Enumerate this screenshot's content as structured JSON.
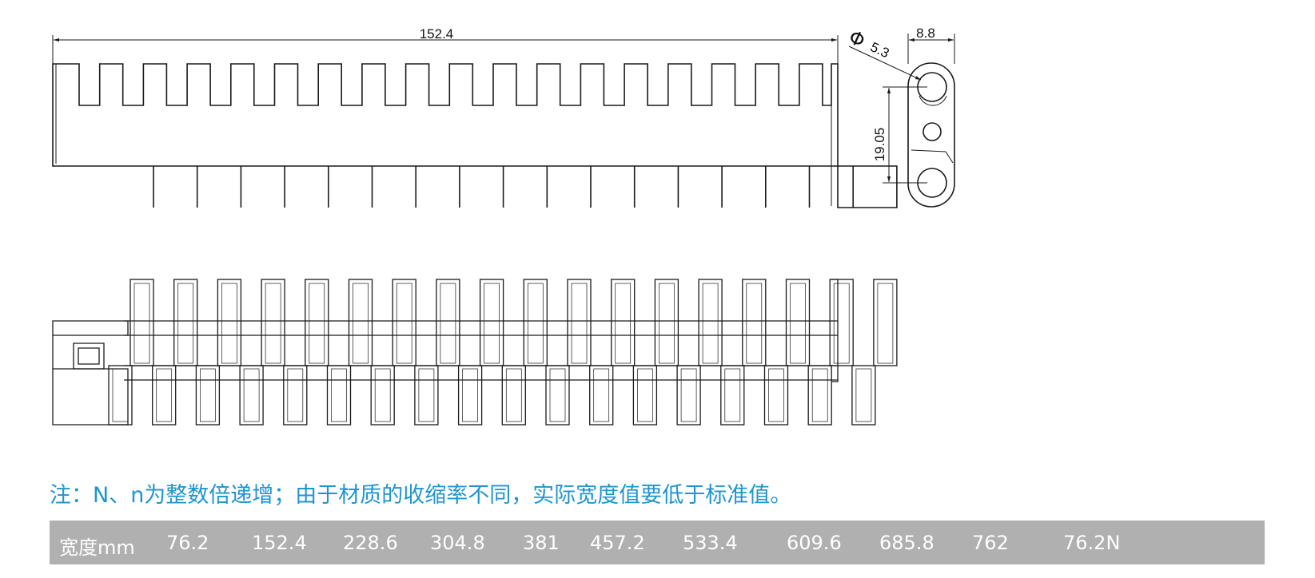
{
  "dimensions": {
    "length": "152.4",
    "hole_symbol": "Φ",
    "hole_diameter": "5.3",
    "thickness": "8.8",
    "pitch": "19.05"
  },
  "note": "注：N、n为整数倍递增；由于材质的收缩率不同，实际宽度值要低于标准值。",
  "width_table": {
    "label": "宽度mm",
    "values": [
      "76.2",
      "152.4",
      "228.6",
      "304.8",
      "381",
      "457.2",
      "533.4",
      "609.6",
      "685.8",
      "762",
      "76.2N"
    ]
  },
  "colors": {
    "note": "#1e95cf",
    "table_bg": "#b0b0b0",
    "table_text": "#ffffff",
    "line": "#1a1a1a"
  }
}
